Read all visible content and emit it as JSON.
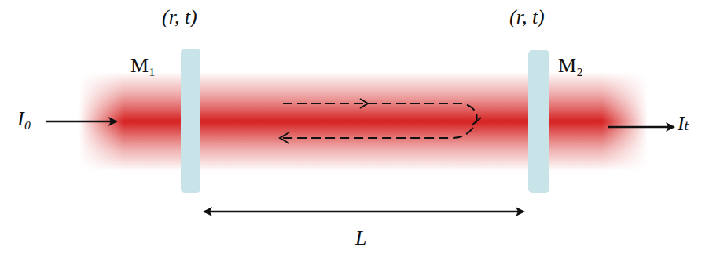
{
  "diagram": {
    "labels": [
      "(r, t)",
      "(r, t)",
      "M₁",
      "M₂",
      "I₀",
      "Iₜ",
      "L"
    ]
  }
}
